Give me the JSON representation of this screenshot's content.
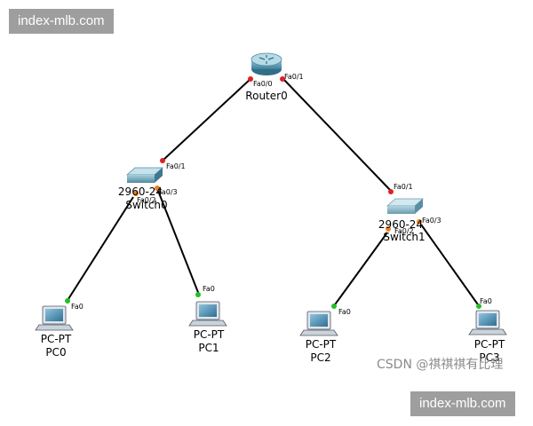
{
  "watermarks": {
    "top": "index-mlb.com",
    "bottom": "index-mlb.com",
    "csdn": "CSDN @祺祺祺有比理"
  },
  "devices": {
    "router0": {
      "name": "Router0"
    },
    "switch0": {
      "model": "2960-24",
      "name": "Switch0"
    },
    "switch1": {
      "model": "2960-24",
      "name": "Switch1"
    },
    "pc0": {
      "type": "PC-PT",
      "name": "PC0"
    },
    "pc1": {
      "type": "PC-PT",
      "name": "PC1"
    },
    "pc2": {
      "type": "PC-PT",
      "name": "PC2"
    },
    "pc3": {
      "type": "PC-PT",
      "name": "PC3"
    }
  },
  "ports": {
    "r0_fa00": "Fa0/0",
    "r0_fa01": "Fa0/1",
    "sw0_fa01": "Fa0/1",
    "sw0_fa02": "Fa0/2",
    "sw0_fa03": "Fa0/3",
    "sw1_fa01": "Fa0/1",
    "sw1_fa02": "Fa0/2",
    "sw1_fa03": "Fa0/3",
    "pc0_fa0": "Fa0",
    "pc1_fa0": "Fa0",
    "pc2_fa0": "Fa0",
    "pc3_fa0": "Fa0"
  },
  "colors": {
    "link": "#000000",
    "link_down": "#e02020",
    "link_up": "#22c022",
    "link_blocking": "#f08020",
    "router_body": "#5a9ab2",
    "switch_body": "#6aa3b8",
    "pc_screen": "#4f8db0"
  }
}
